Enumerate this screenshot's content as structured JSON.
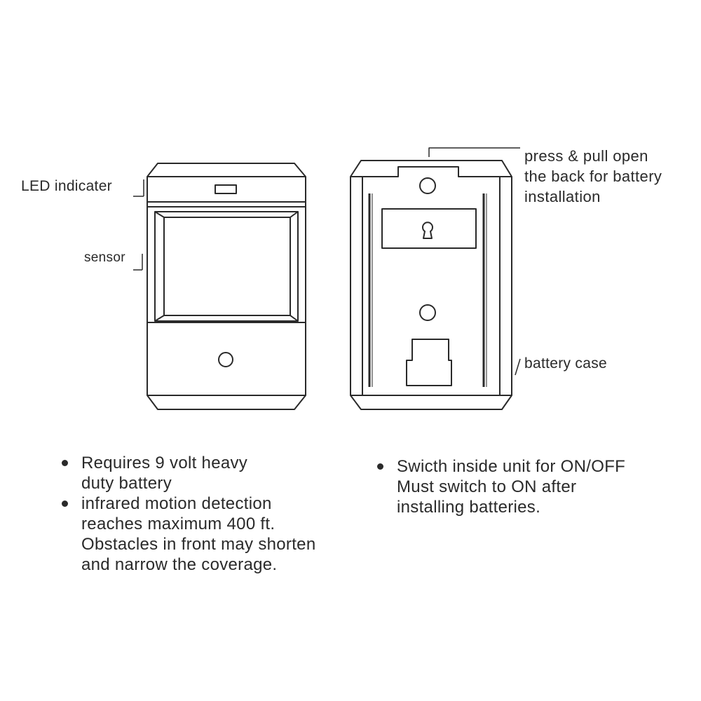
{
  "front_view": {
    "led_label": "LED indicater",
    "sensor_label": "sensor"
  },
  "back_view": {
    "press_pull_lines": [
      "press & pull open",
      "the back for battery",
      "installation"
    ],
    "battery_case_label": "battery case"
  },
  "notes_left": [
    {
      "lines": [
        "Requires 9 volt heavy",
        "duty battery"
      ]
    },
    {
      "lines": [
        "infrared motion detection",
        "reaches maximum 400 ft.",
        "Obstacles in front may shorten",
        "and narrow the coverage."
      ]
    }
  ],
  "notes_right": [
    {
      "lines": [
        "Swicth inside unit for ON/OFF",
        "Must switch to ON after",
        "installing batteries."
      ]
    }
  ],
  "colors": {
    "line": "#2a2a2a",
    "background": "#ffffff"
  }
}
